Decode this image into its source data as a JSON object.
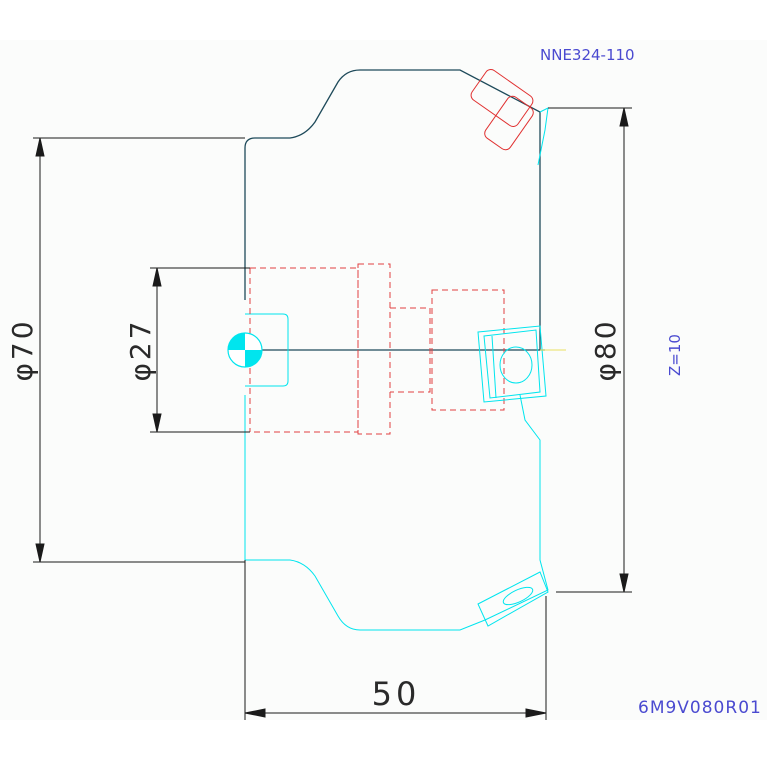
{
  "drawing": {
    "part_number": "NNE324-110",
    "model_code": "6M9V080R01",
    "teeth": "Z=10",
    "dim_d70": "φ70",
    "dim_d27": "φ27",
    "dim_d80": "φ80",
    "dim_length": "50"
  },
  "colors": {
    "outline": "#1e4a5a",
    "cyan": "#00e5ee",
    "red_dash": "#e04040",
    "insert_red": "#e03030",
    "dim": "#1a1a1a",
    "label_blue": "#4a4ad0"
  }
}
